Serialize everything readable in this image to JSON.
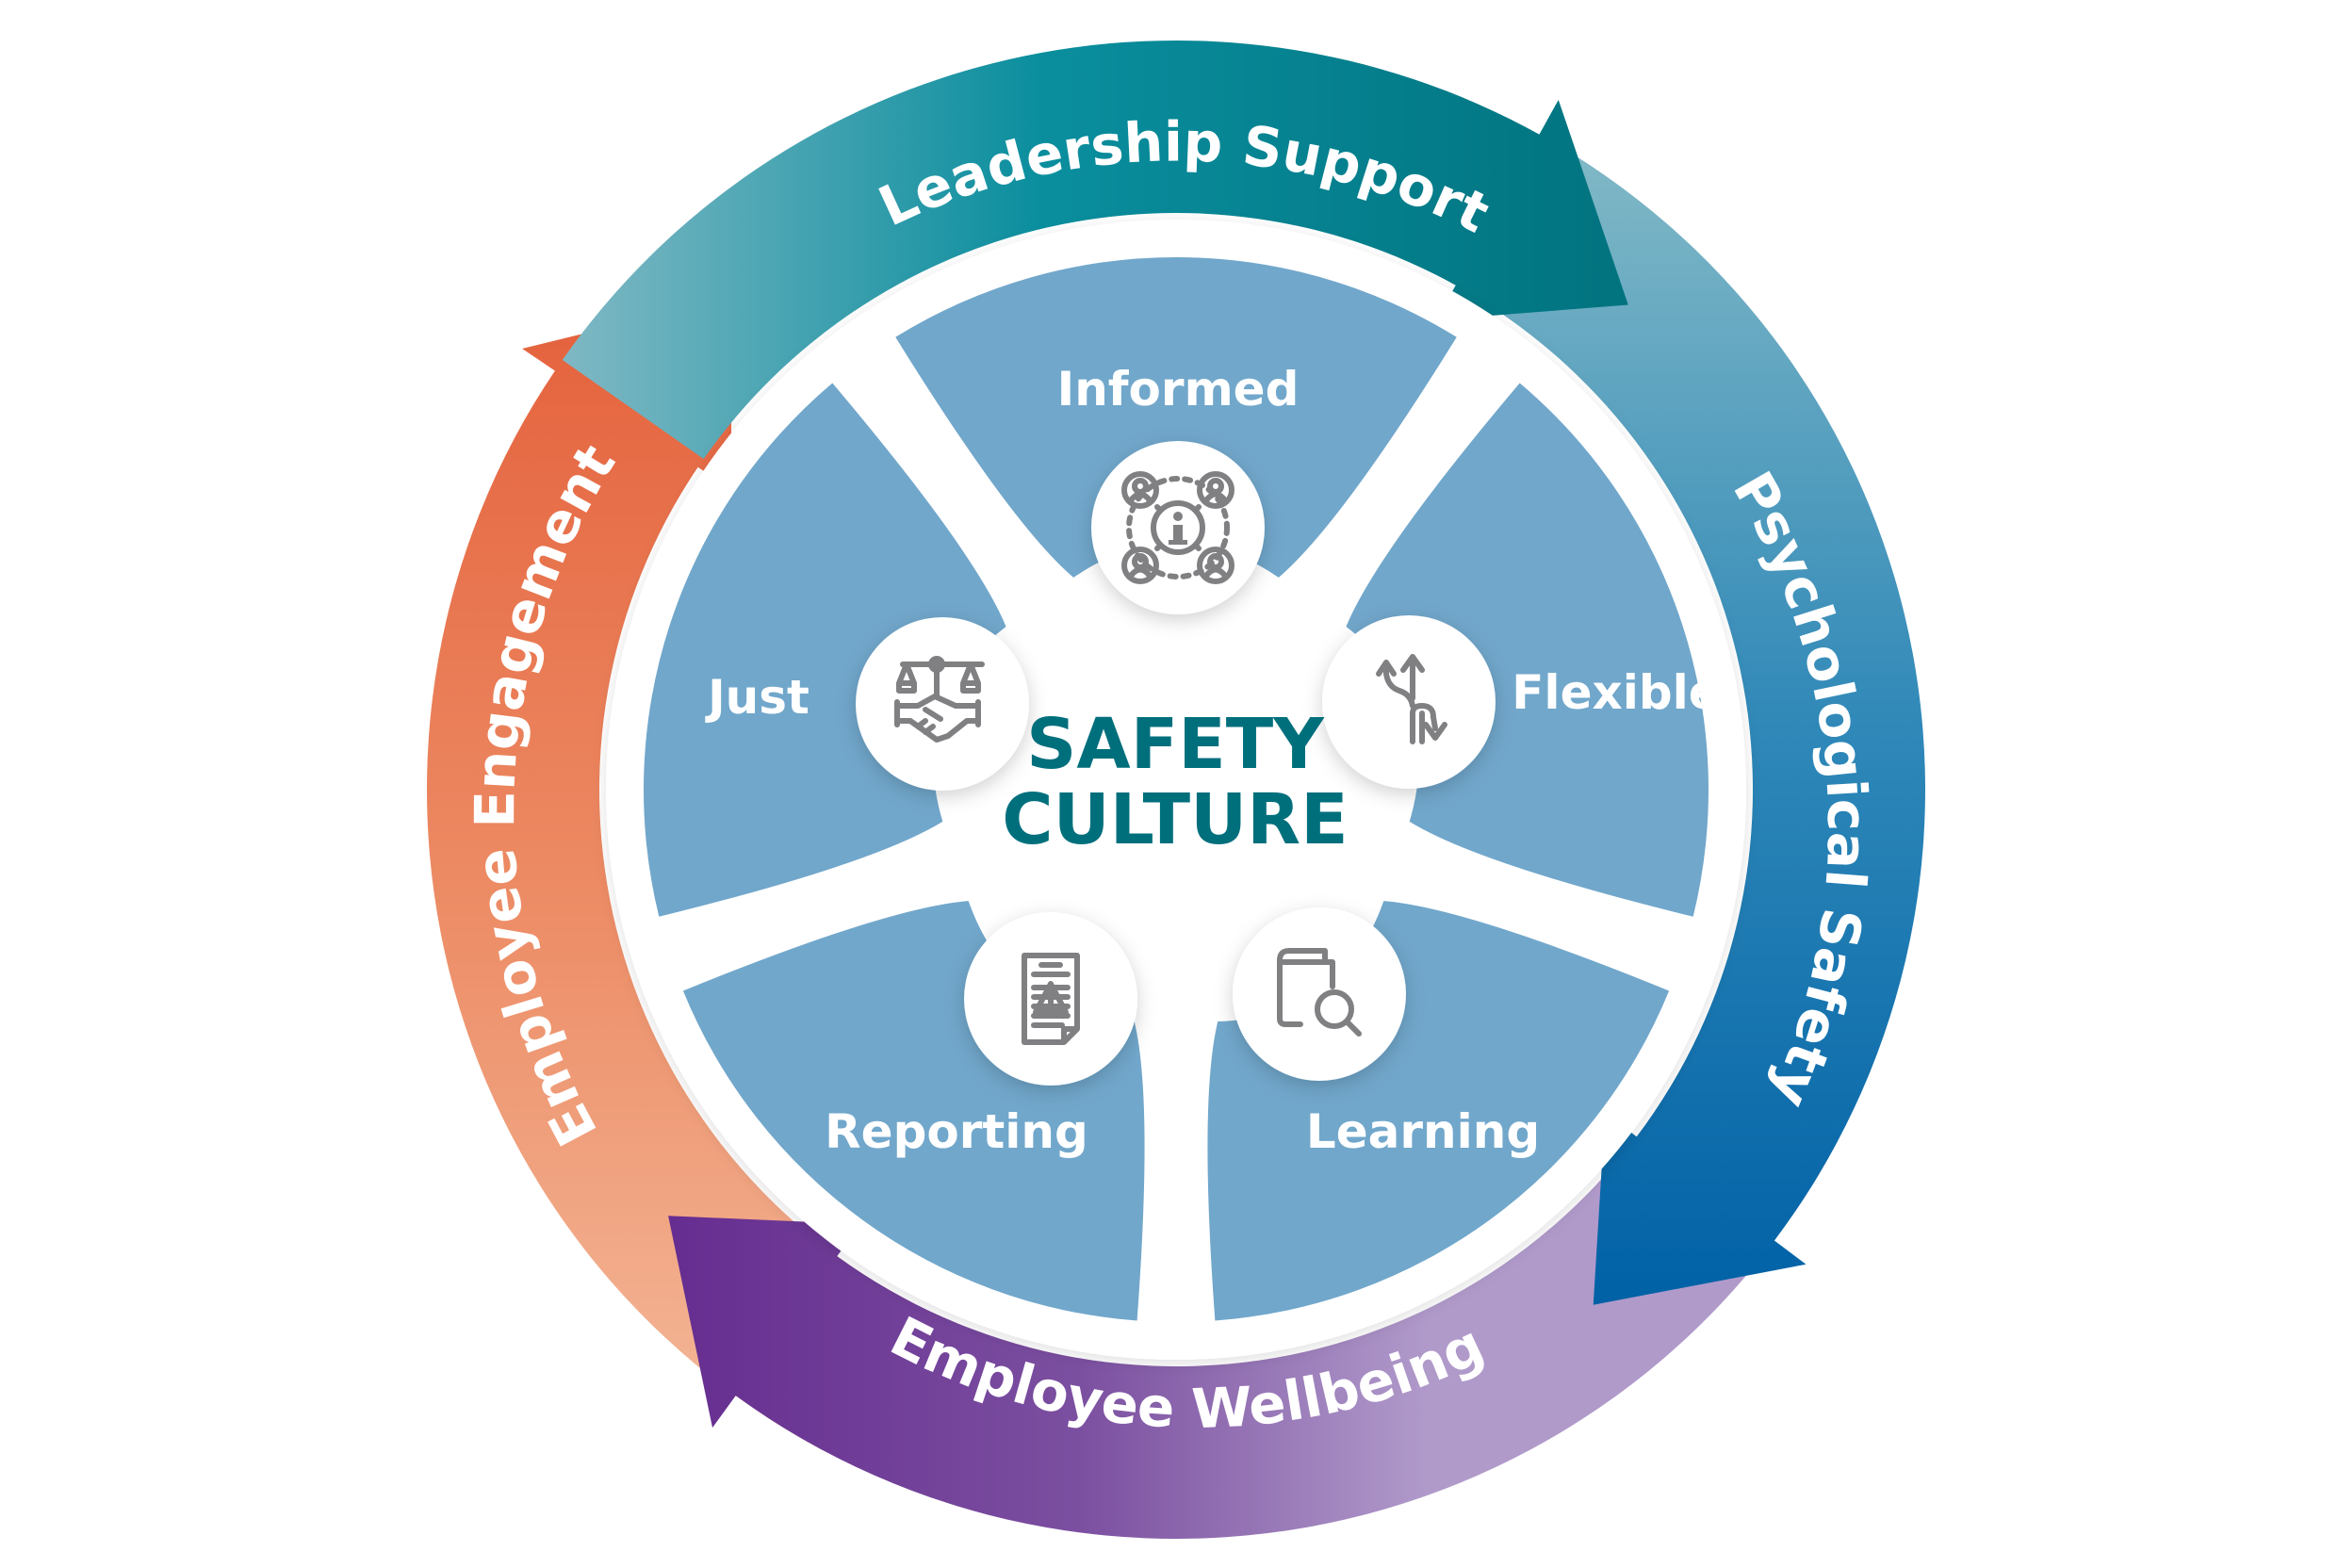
{
  "title": "Safety Culture",
  "center": {
    "line1": "SAFETY",
    "line2": "CULTURE",
    "color": "#006F7C"
  },
  "outer_cycle": [
    {
      "id": "leadership",
      "label": "Leadership Support",
      "colors": [
        "#7FB8C4",
        "#0A8E9E",
        "#01737F"
      ]
    },
    {
      "id": "psychological",
      "label": "Psychological Safety",
      "colors": [
        "#80B8C6",
        "#2F88B8",
        "#0061A6"
      ]
    },
    {
      "id": "wellbeing",
      "label": "Employee Wellbeing",
      "colors": [
        "#B09ACA",
        "#7B4FA0",
        "#652D90"
      ]
    },
    {
      "id": "engagement",
      "label": "Employee Engagement",
      "colors": [
        "#F4B99A",
        "#EC8A63",
        "#E4613C"
      ]
    }
  ],
  "segments": [
    {
      "id": "informed",
      "label": "Informed",
      "icon": "network-info-icon"
    },
    {
      "id": "flexible",
      "label": "Flexible",
      "icon": "split-arrows-icon"
    },
    {
      "id": "learning",
      "label": "Learning",
      "icon": "book-search-icon"
    },
    {
      "id": "reporting",
      "label": "Reporting",
      "icon": "report-warning-icon"
    },
    {
      "id": "just",
      "label": "Just",
      "icon": "scales-handshake-icon"
    }
  ],
  "colors": {
    "segment_fill": "#71A7CB",
    "icon_gray": "#808083"
  }
}
